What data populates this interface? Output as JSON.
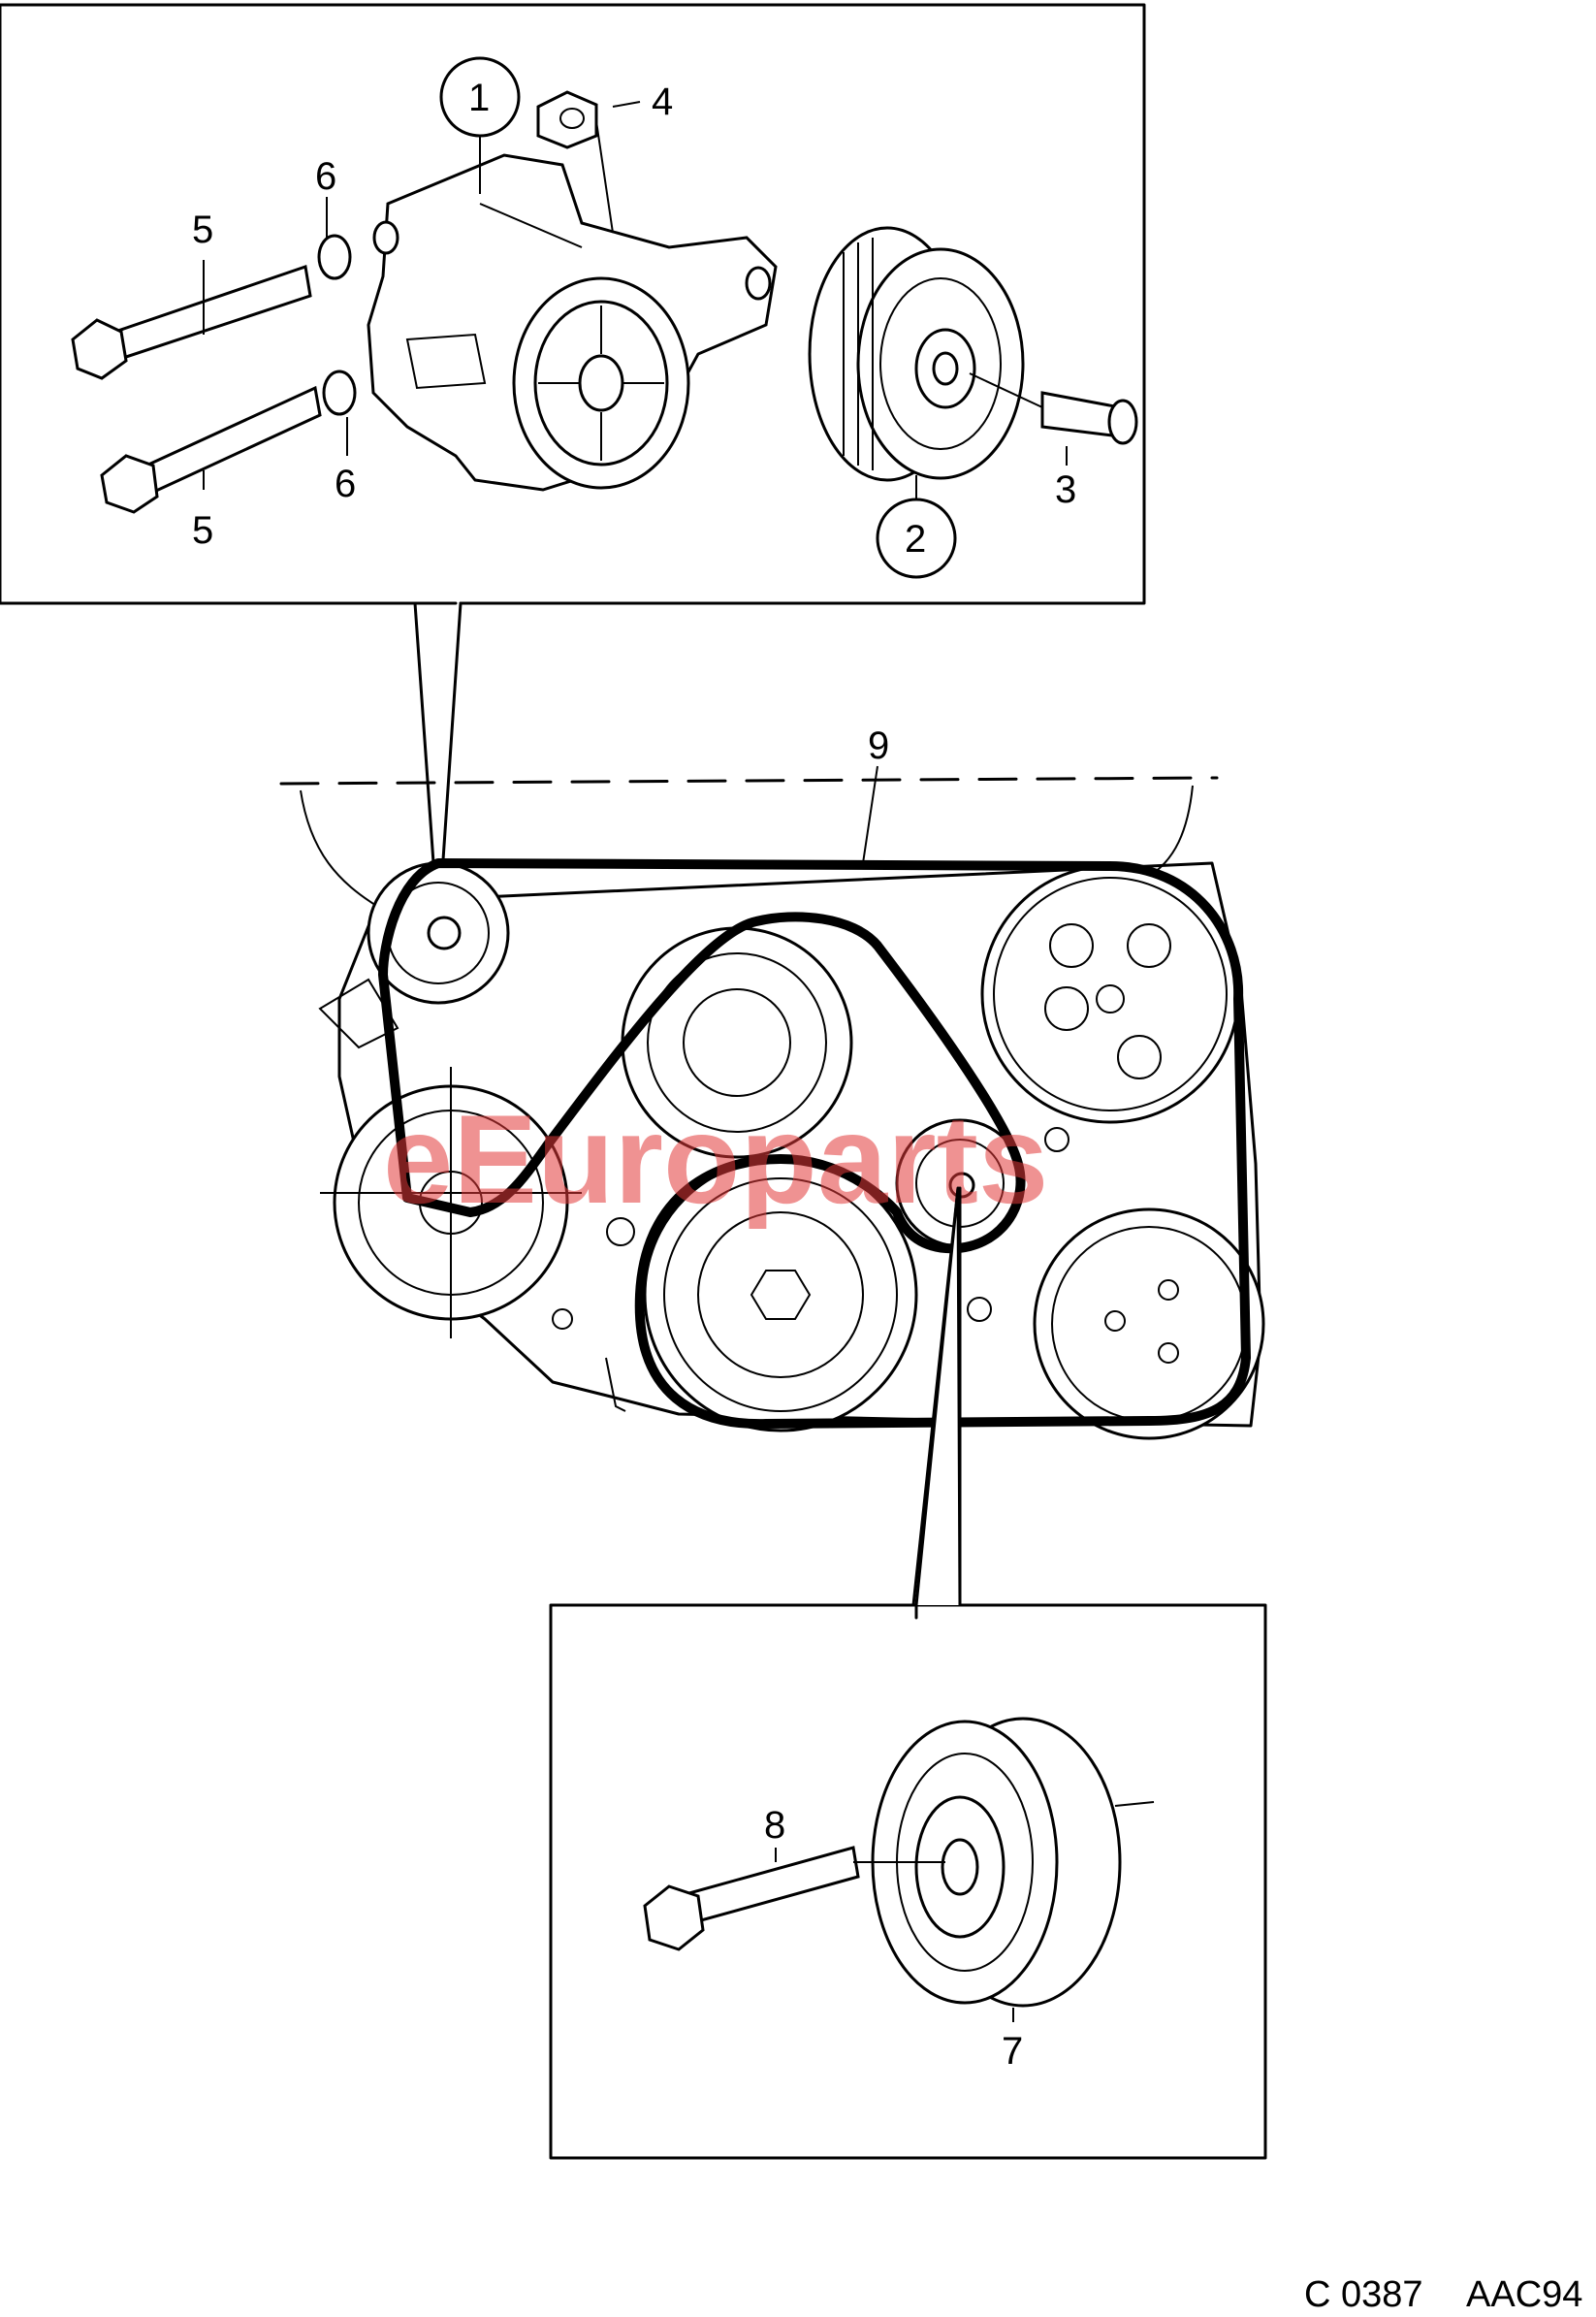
{
  "callouts": {
    "c1": "1",
    "c2": "2",
    "c3": "3",
    "c4": "4",
    "c5a": "5",
    "c5b": "5",
    "c6a": "6",
    "c6b": "6",
    "c7": "7",
    "c8": "8",
    "c9": "9"
  },
  "watermark": "eEuroparts",
  "footer": {
    "figure_code": "C 0387",
    "drawing_code": "AAC94"
  },
  "colors": {
    "ink": "#000000",
    "watermark": "#e23a3a",
    "background": "#ffffff"
  }
}
